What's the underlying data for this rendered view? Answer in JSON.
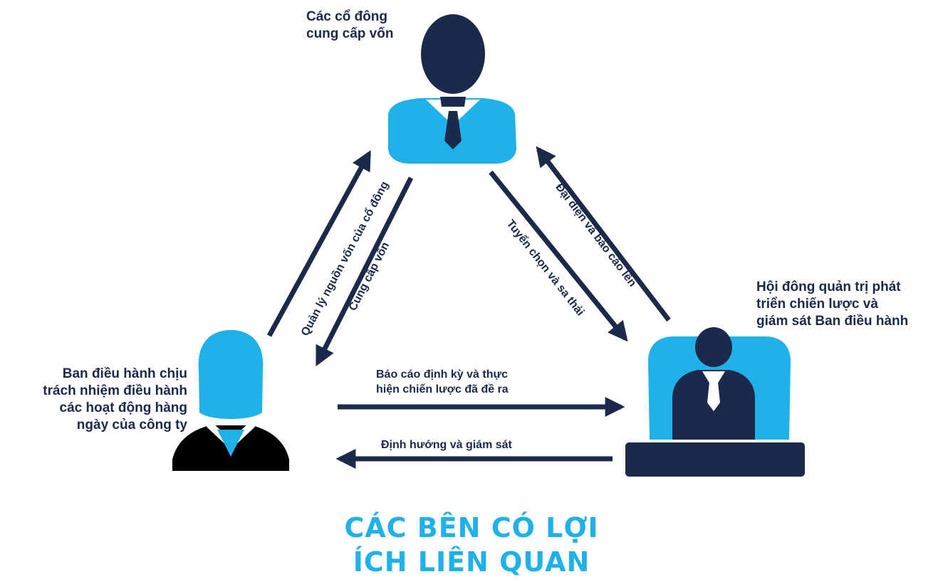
{
  "nodes": {
    "shareholders": [
      "Các cổ đông",
      "cung cấp vốn"
    ],
    "board": [
      "Hội đông quản trị phát",
      "triển chiến lược và",
      "giám sát Ban điều hành"
    ],
    "executives": [
      "Ban điều hành chịu",
      "trách nhiệm điều hành",
      "các hoạt động hàng",
      "ngày của công ty"
    ]
  },
  "edges": {
    "manage_capital": "Quản lý nguồn vốn của cổ đông",
    "provide_capital": "Cung cấp vốn",
    "select_dismiss": "Tuyển chọn và sa thải",
    "represent_report": "Đại diện và báo cáo lên",
    "periodic_report": [
      "Báo cáo định kỳ và thực",
      "hiện chiến lược đã đề ra"
    ],
    "direct_supervise": "Định hướng  và giám sát"
  },
  "title": [
    "CÁC BÊN CÓ LỢI",
    "ÍCH LIÊN QUAN"
  ],
  "colors": {
    "navy": "#1b2a4a",
    "blue": "#1fb1ea",
    "black": "#000000",
    "white": "#ffffff"
  },
  "icons": [
    "businessman-icon",
    "businesswoman-icon",
    "board-member-at-desk-icon"
  ]
}
